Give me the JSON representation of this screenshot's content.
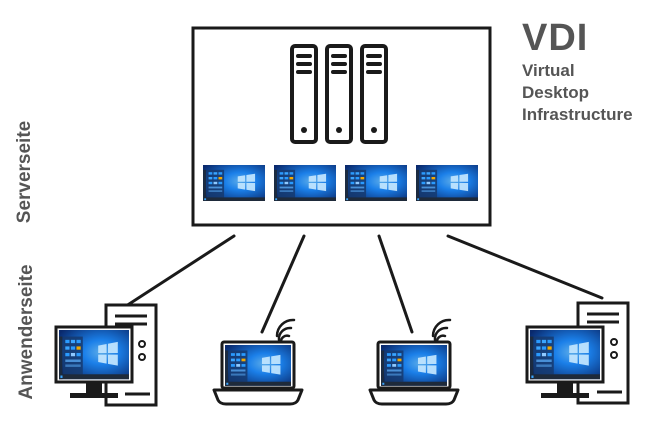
{
  "header": {
    "title": "VDI",
    "subtitle_lines": [
      "Virtual",
      "Desktop",
      "Infrastructure"
    ]
  },
  "side_labels": {
    "server": "Serverseite",
    "user": "Anwenderseite"
  },
  "icons": {
    "server": "server-rack-icon",
    "desktop": "windows-desktop-screen-icon",
    "pc": "desktop-pc-icon",
    "laptop": "laptop-icon",
    "wifi": "wifi-icon"
  },
  "colors": {
    "outline": "#1a1a1a",
    "text": "#555555",
    "screen_dark": "#0a2a6e",
    "screen_light": "#1f8fff",
    "taskbar": "#1e2a3a"
  }
}
